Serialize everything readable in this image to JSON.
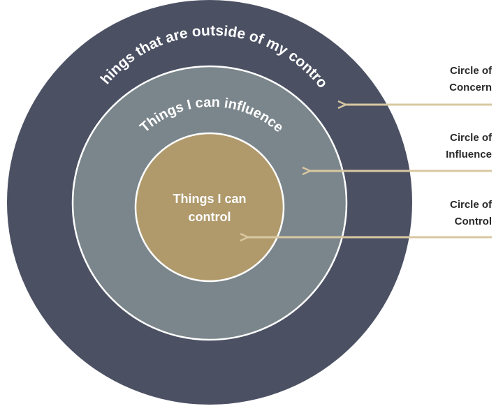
{
  "colors": {
    "outer_ring": "#4b5063",
    "middle_ring": "#7b868c",
    "inner_circle": "#b09a6c",
    "ring_border": "#ffffff",
    "arrow": "#d8c8a2",
    "label_text": "#2a2a2a"
  },
  "circles": {
    "outer_text": "Things that are outside of my control",
    "middle_text": "Things I can influence",
    "inner_text_line1": "Things I can",
    "inner_text_line2": "control"
  },
  "labels": {
    "concern": {
      "line1": "Circle of",
      "line2": "Concern"
    },
    "influence": {
      "line1": "Circle of",
      "line2": "Influence"
    },
    "control": {
      "line1": "Circle of",
      "line2": "Control"
    }
  }
}
